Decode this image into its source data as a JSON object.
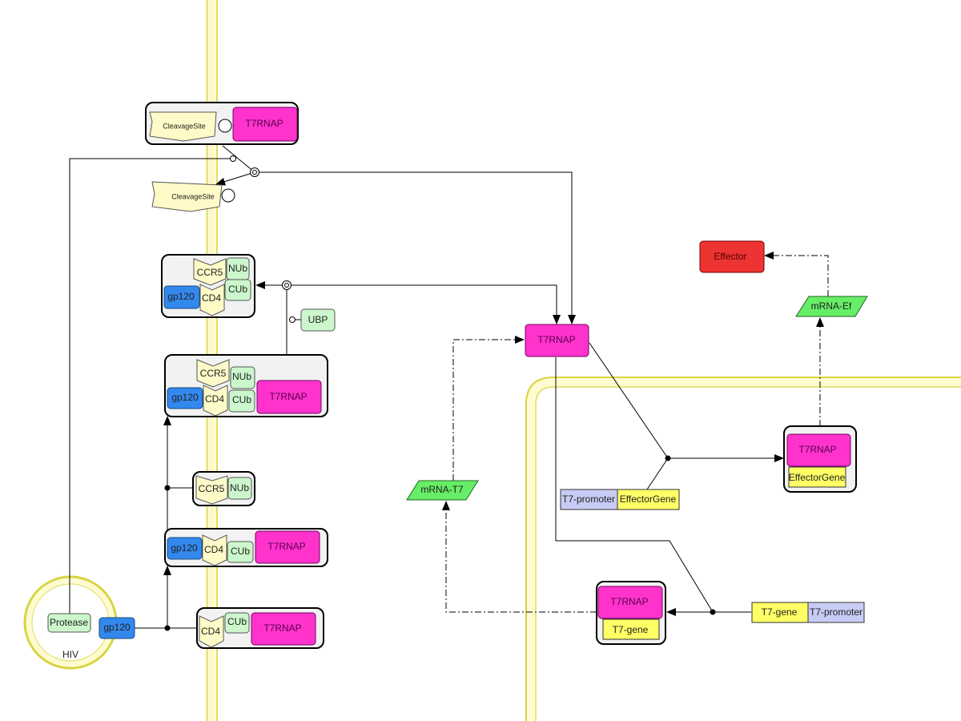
{
  "diagram": {
    "title": "HIV sensor T7RNAP signalling network",
    "compartments": {
      "virus": "HIV",
      "membrane_color": "#e5e070"
    },
    "colors": {
      "t7rnap": "#ff33cc",
      "gp120": "#3388ee",
      "effector": "#ee3333",
      "mrna": "#66ee66",
      "gene": "#ffff66",
      "promoter": "#c8ccf5",
      "cleavage": "#fffbc8",
      "ubiquitin": "#ccf7cc"
    },
    "nodes": {
      "cleavage_t7_complex": {
        "cleavage": "CleavageSite",
        "t7": "T7RNAP"
      },
      "cleavage_free": "CleavageSite",
      "receptor_gp120_complex": {
        "ccr5": "CCR5",
        "nub": "NUb",
        "cub": "CUb",
        "gp120": "gp120",
        "cd4": "CD4"
      },
      "ubp": "UBP",
      "full_complex": {
        "ccr5": "CCR5",
        "nub": "NUb",
        "gp120": "gp120",
        "cd4": "CD4",
        "cub": "CUb",
        "t7": "T7RNAP"
      },
      "ccr5_nub": {
        "ccr5": "CCR5",
        "nub": "NUb"
      },
      "gp120_cd4_complex": {
        "gp120": "gp120",
        "cd4": "CD4",
        "cub": "CUb",
        "t7": "T7RNAP"
      },
      "cd4_complex": {
        "cd4": "CD4",
        "cub": "CUb",
        "t7": "T7RNAP"
      },
      "hiv_protease": "Protease",
      "hiv_gp120": "gp120",
      "t7rnap_free": "T7RNAP",
      "mrna_t7": "mRNA-T7",
      "mrna_ef": "mRNA-Ef",
      "effector": "Effector",
      "promoter_effector": {
        "promoter": "T7-promoter",
        "gene": "EffectorGene"
      },
      "t7_effector_complex": {
        "t7": "T7RNAP",
        "gene": "EffectorGene"
      },
      "t7_gene_complex": {
        "t7": "T7RNAP",
        "gene": "T7-gene"
      },
      "gene_promoter": {
        "gene": "T7-gene",
        "promoter": "T7-promoter"
      }
    }
  }
}
